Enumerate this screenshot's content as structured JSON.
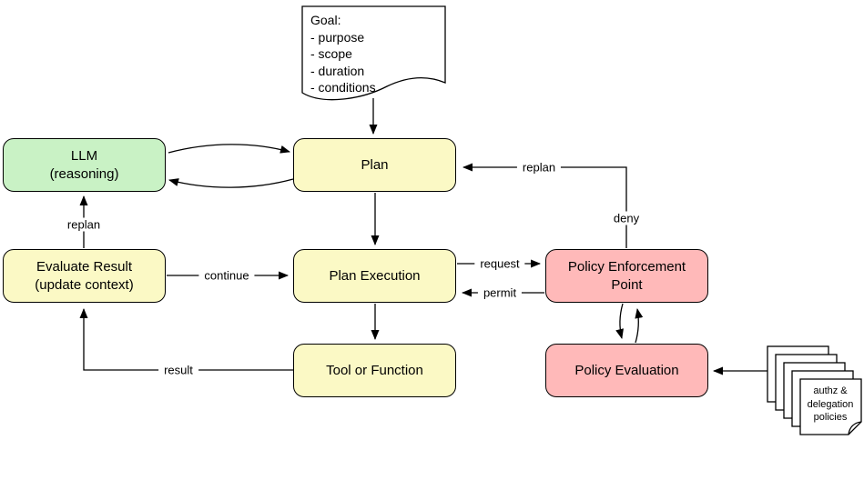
{
  "diagram": {
    "goal_document": {
      "lines": [
        "Goal:",
        "- purpose",
        "- scope",
        "- duration",
        "- conditions"
      ]
    },
    "nodes": {
      "llm": {
        "line1": "LLM",
        "line2": "(reasoning)",
        "fill": "#c9f2c5"
      },
      "plan": {
        "line1": "Plan",
        "fill": "#fbf9c5"
      },
      "evaluate_result": {
        "line1": "Evaluate Result",
        "line2": "(update context)",
        "fill": "#fbf9c5"
      },
      "plan_execution": {
        "line1": "Plan Execution",
        "fill": "#fbf9c5"
      },
      "policy_enforcement_point": {
        "line1": "Policy Enforcement",
        "line2": "Point",
        "fill": "#ffb9b9"
      },
      "tool_or_function": {
        "line1": "Tool or Function",
        "fill": "#fbf9c5"
      },
      "policy_evaluation": {
        "line1": "Policy Evaluation",
        "fill": "#ffb9b9"
      }
    },
    "edge_labels": {
      "replan_to_llm": "replan",
      "replan_to_plan": "replan",
      "deny": "deny",
      "continue": "continue",
      "request": "request",
      "permit": "permit",
      "result": "result"
    },
    "policies_document": {
      "lines": [
        "authz &",
        "delegation",
        "policies"
      ]
    },
    "colors": {
      "node_green": "#c9f2c5",
      "node_yellow": "#fbf9c5",
      "node_pink": "#ffb9b9",
      "stroke": "#000000"
    }
  }
}
